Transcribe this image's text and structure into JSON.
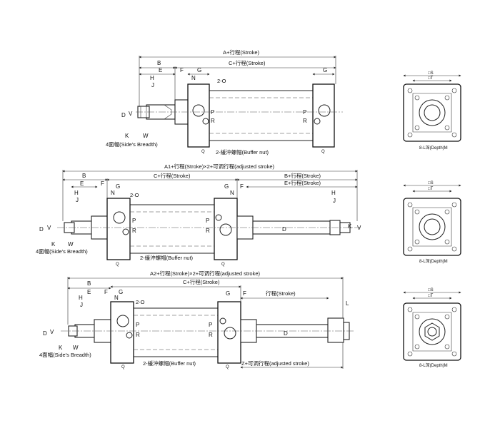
{
  "top": {
    "dim_overall": "A+行程(Stroke)",
    "dim_body": "C+行程(Stroke)",
    "B": "B",
    "E": "E",
    "F": "F",
    "G": "G",
    "G2": "G",
    "H": "H",
    "J": "J",
    "N": "N",
    "O": "2-O",
    "D": "D",
    "V": "V",
    "K": "K",
    "W": "W",
    "P": "P",
    "R": "R",
    "P2": "P",
    "R2": "R",
    "Q": "Q",
    "Q2": "Q",
    "side_breadth": "4面幅(Side's Breadth)",
    "buffer_nut": "2-緩沖螺帽(Buffer nut)"
  },
  "middle": {
    "dim_overall": "A1+行程(Stroke)×2+可调行程(adjusted stroke)",
    "B": "B",
    "C": "C+行程(Stroke)",
    "B2": "B+行程(Stroke)",
    "E2": "E+行程(Stroke)",
    "E": "E",
    "F": "F",
    "G": "G",
    "N": "N",
    "G2": "G",
    "N2": "N",
    "F2": "F",
    "H": "H",
    "H2": "H",
    "J": "J",
    "J2": "J",
    "O": "2-O",
    "D": "D",
    "V": "V",
    "D2": "D",
    "V2": "V",
    "K": "K",
    "K2": "K",
    "W": "W",
    "P": "P",
    "R": "R",
    "P2": "P",
    "R2": "R",
    "Q": "Q",
    "Q2": "Q",
    "side_breadth": "4面幅(Side's Breadth)",
    "buffer_nut": "2-緩沖螺帽(Buffer nut)"
  },
  "bottom": {
    "dim_overall": "A2+行程(Stroke)×2+可调行程(adjusted stroke)",
    "C": "C+行程(Stroke)",
    "B": "B",
    "E": "E",
    "F": "F",
    "G": "G",
    "N": "N",
    "G2": "G",
    "F2": "F",
    "stroke": "行程(Stroke)",
    "H": "H",
    "J": "J",
    "O": "2-O",
    "D": "D",
    "V": "V",
    "D2": "D",
    "K": "K",
    "W": "W",
    "L": "L",
    "P": "P",
    "R": "R",
    "P2": "P",
    "R2": "R",
    "Q": "Q",
    "Q2": "Q",
    "side_breadth": "4面幅(Side's Breadth)",
    "buffer_nut": "2-緩沖螺帽(Buffer nut)",
    "adjusted": "Z+可调行程(adjusted stroke)"
  },
  "end_views": [
    {
      "S": "□S",
      "T": "□T",
      "depth": "8-L深(Depth)M"
    },
    {
      "S": "□S",
      "T": "□T",
      "depth": "8-L深(Depth)M"
    },
    {
      "S": "□S",
      "T": "□T",
      "depth": "8-L深(Depth)M"
    }
  ]
}
